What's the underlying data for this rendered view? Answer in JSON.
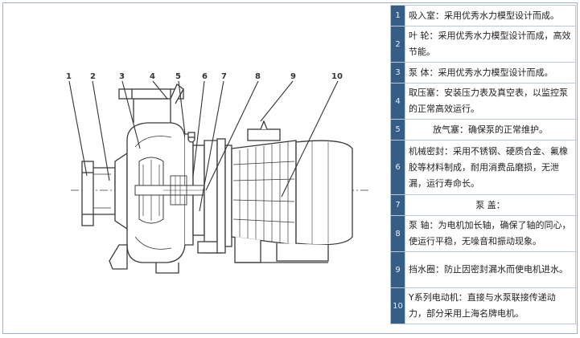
{
  "callouts": [
    "1",
    "2",
    "3",
    "4",
    "5",
    "6",
    "7",
    "8",
    "9",
    "10"
  ],
  "parts": [
    {
      "num": "1",
      "label": "吸入室",
      "text": "：采用优秀水力模型设计而成。",
      "rows": 1
    },
    {
      "num": "2",
      "label": "叶  轮",
      "text": "：采用优秀水力模型设计而成，高效节能。",
      "rows": 2
    },
    {
      "num": "3",
      "label": "泵  体",
      "text": "：采用优秀水力模型设计而成。",
      "rows": 1
    },
    {
      "num": "4",
      "label": "取压塞",
      "text": "：安装压力表及真空表，以监控泵的正常高效运行。",
      "rows": 2
    },
    {
      "num": "5",
      "label": "放气塞",
      "text": "：确保泵的正常维护。",
      "rows": 1,
      "center": true
    },
    {
      "num": "6",
      "label": "机械密封",
      "text": "：采用不锈钢、硬质合金、氟橡胶等材料制成，耐用消费品磨损，无泄漏，运行寿命长。",
      "rows": 3
    },
    {
      "num": "7",
      "label": "泵  盖",
      "text": "：",
      "rows": 1,
      "center": true
    },
    {
      "num": "8",
      "label": "泵  轴",
      "text": "：为电机加长轴，确保了轴的同心，使运行平稳，无噪音和振动现象。",
      "rows": 2
    },
    {
      "num": "9",
      "label": "挡水圈",
      "text": "：防止因密封漏水而使电机进水。",
      "rows": 2
    },
    {
      "num": "10",
      "label": "Y系列电动机",
      "text": "：直接与水泵联接传递动力，部分采用上海名牌电机。",
      "rows": 2
    }
  ],
  "colors": {
    "num_bg": "#355d86",
    "num_text": "#e7eef6",
    "border": "#b9c7d6",
    "line": "#444444"
  },
  "icons": [
    "pump-cross-section-drawing"
  ]
}
